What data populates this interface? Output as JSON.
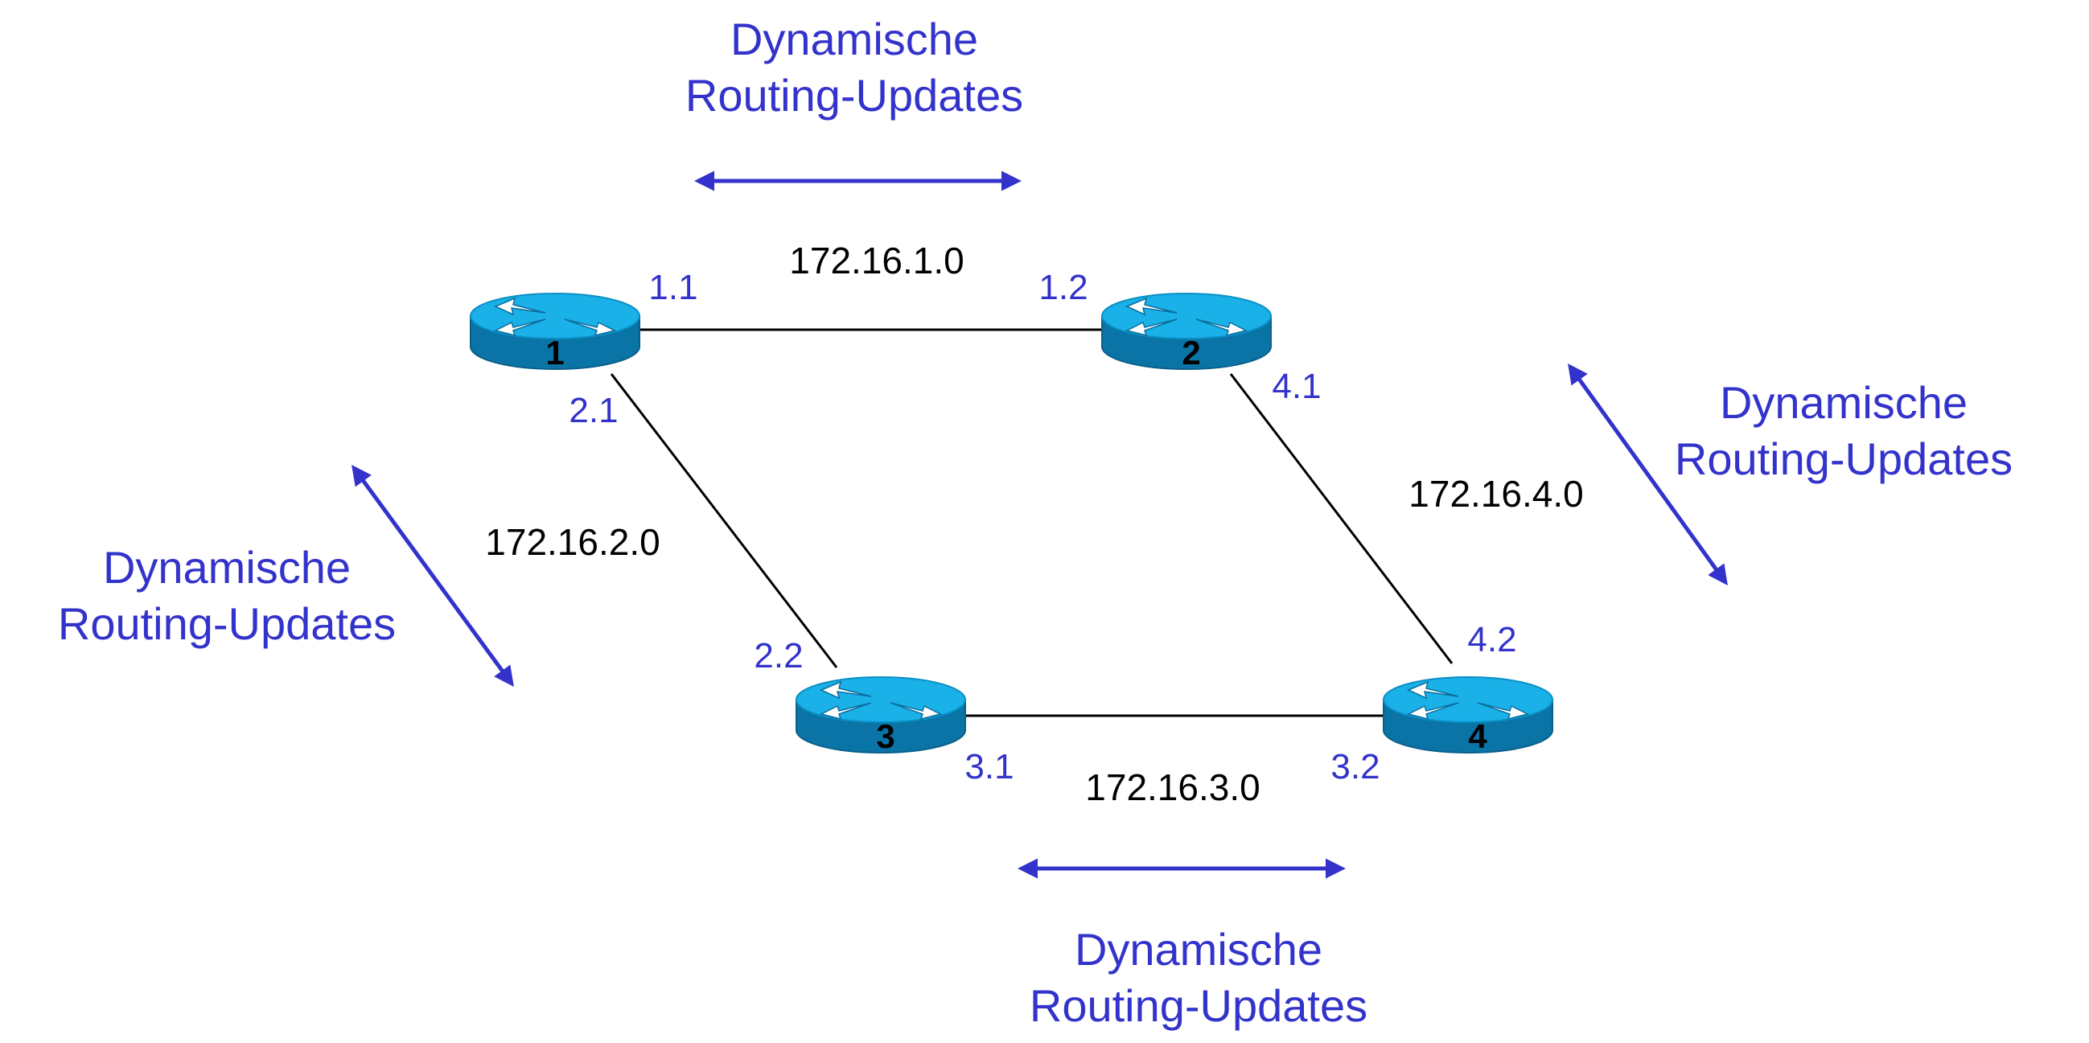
{
  "colors": {
    "update": "#3333cc",
    "router_top": "#1ab0e8",
    "router_side": "#0b74a6",
    "link": "#000000"
  },
  "routers": [
    {
      "id": "1",
      "label": "1"
    },
    {
      "id": "2",
      "label": "2"
    },
    {
      "id": "3",
      "label": "3"
    },
    {
      "id": "4",
      "label": "4"
    }
  ],
  "networks": {
    "n1": "172.16.1.0",
    "n2": "172.16.2.0",
    "n3": "172.16.3.0",
    "n4": "172.16.4.0"
  },
  "interfaces": {
    "r1_n1": "1.1",
    "r2_n1": "1.2",
    "r1_n2": "2.1",
    "r3_n2": "2.2",
    "r3_n3": "3.1",
    "r4_n3": "3.2",
    "r2_n4": "4.1",
    "r4_n4": "4.2"
  },
  "updates": {
    "line1": "Dynamische",
    "line2": "Routing-Updates"
  },
  "icons": [
    "router-icon",
    "double-arrow-icon"
  ]
}
